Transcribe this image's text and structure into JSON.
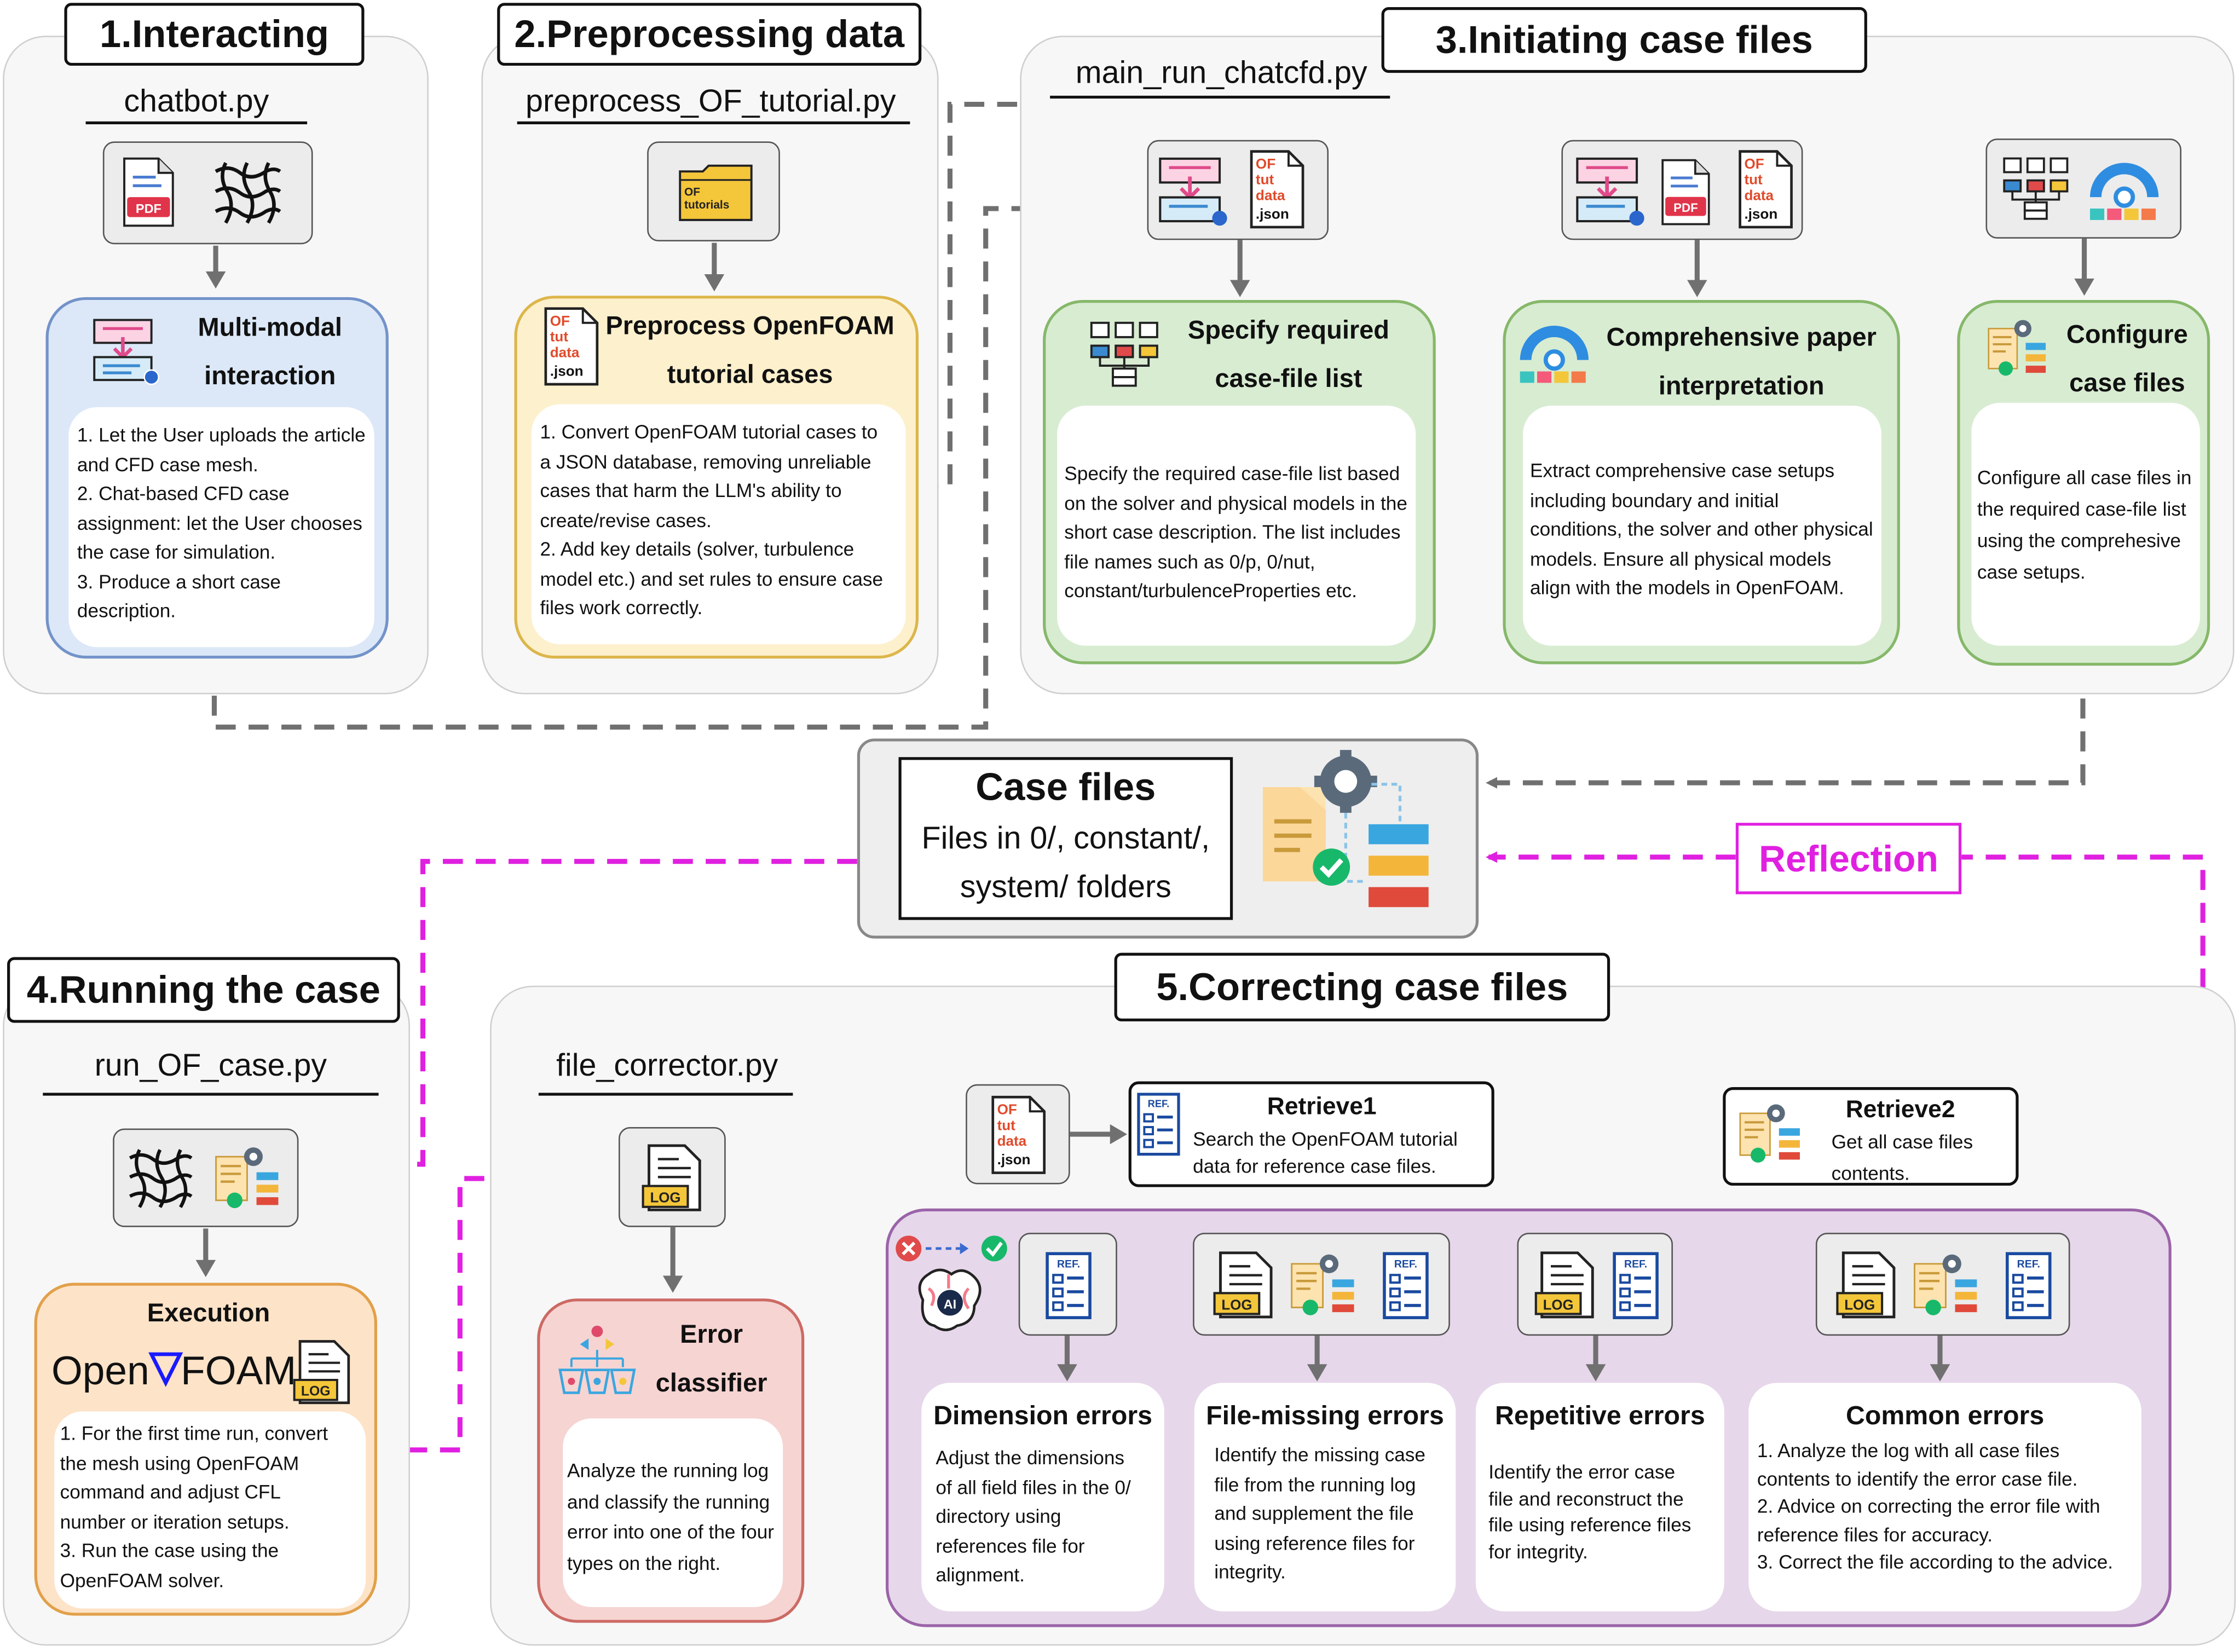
{
  "stages": {
    "s1": {
      "title": "1.Interacting",
      "file": "chatbot.py"
    },
    "s2": {
      "title": "2.Preprocessing data",
      "file": "preprocess_OF_tutorial.py"
    },
    "s3": {
      "title": "3.Initiating case files",
      "file": "main_run_chatcfd.py"
    },
    "s4": {
      "title": "4.Running the case",
      "file": "run_OF_case.py"
    },
    "s5": {
      "title": "5.Correcting case files",
      "file": "file_corrector.py"
    }
  },
  "cards": {
    "multimodal": {
      "title_lines": [
        "Multi-modal",
        "interaction"
      ],
      "lines": [
        "1. Let the User uploads the article",
        "and CFD case mesh.",
        "2. Chat-based CFD case",
        "assignment: let the User chooses",
        "the case for simulation.",
        "3. Produce a short case",
        "description."
      ]
    },
    "preprocess": {
      "title_lines": [
        "Preprocess OpenFOAM",
        "tutorial cases"
      ],
      "lines": [
        "1. Convert OpenFOAM tutorial cases to",
        "a JSON database, removing unreliable",
        "cases that harm the LLM's ability to",
        "create/revise cases.",
        "2. Add key details (solver, turbulence",
        "model etc.) and set rules to ensure case",
        "files work correctly."
      ]
    },
    "specify": {
      "title_lines": [
        "Specify required",
        "case-file list"
      ],
      "lines": [
        "Specify the required case-file list based",
        "on the solver and physical models in the",
        "short case description. The list includes",
        "file names such as 0/p, 0/nut,",
        "constant/turbulenceProperties etc."
      ]
    },
    "paper": {
      "title_lines": [
        "Comprehensive paper",
        "interpretation"
      ],
      "lines": [
        "Extract comprehensive case setups",
        "including boundary and initial",
        "conditions, the solver and other physical",
        "models. Ensure all physical models",
        "align with the models in OpenFOAM."
      ]
    },
    "configure": {
      "title_lines": [
        "Configure",
        "case files"
      ],
      "lines": [
        "Configure all case files in",
        "the required case-file list",
        "using the comprehesive",
        "case setups."
      ]
    },
    "execution": {
      "title": "Execution",
      "logo_left": "Open",
      "logo_right": "FOAM",
      "lines": [
        "1. For the first time run, convert",
        "the mesh using OpenFOAM",
        "command and adjust CFL",
        "number or iteration setups.",
        "3. Run the case using the",
        "OpenFOAM solver."
      ]
    },
    "classifier": {
      "title_lines": [
        "Error",
        "classifier"
      ],
      "lines": [
        "Analyze the running log",
        "and classify the running",
        "error into one of the four",
        "types on the right."
      ]
    }
  },
  "casefiles": {
    "title": "Case files",
    "lines": [
      "Files in 0/, constant/,",
      "system/ folders"
    ]
  },
  "reflection": "Reflection",
  "retrieve1": {
    "title": "Retrieve1",
    "lines": [
      "Search the OpenFOAM tutorial",
      "data for reference case files."
    ]
  },
  "retrieve2": {
    "title": "Retrieve2",
    "lines": [
      "Get all case files",
      "contents."
    ]
  },
  "errors": [
    {
      "title": "Dimension errors",
      "lines": [
        "Adjust the dimensions",
        "of all field files in the 0/",
        "directory using",
        "references file for",
        "alignment."
      ]
    },
    {
      "title": "File-missing errors",
      "lines": [
        "Identify the missing case",
        "file from the running log",
        "and supplement the file",
        "using reference files for",
        "integrity."
      ]
    },
    {
      "title": "Repetitive errors",
      "lines": [
        "Identify the error case",
        "file and reconstruct the",
        "file using reference files",
        "for integrity."
      ]
    },
    {
      "title": "Common errors",
      "lines": [
        "1. Analyze the log with all case files",
        "contents to identify the error case file.",
        "2. Advice on correcting the error file with",
        "reference files for accuracy.",
        "3. Correct the file according to the advice."
      ]
    }
  ],
  "icon_labels": {
    "pdf": "PDF",
    "log": "LOG",
    "ref": "REF.",
    "json_lines": [
      "OF",
      "tut",
      "data",
      ".json"
    ],
    "folder_lines": [
      "OF",
      "tutorials"
    ],
    "ai": "AI"
  },
  "colors": {
    "magenta": "#e020e0",
    "gray_arrow": "#707070",
    "openfoam_blue": "#1a1aff"
  }
}
